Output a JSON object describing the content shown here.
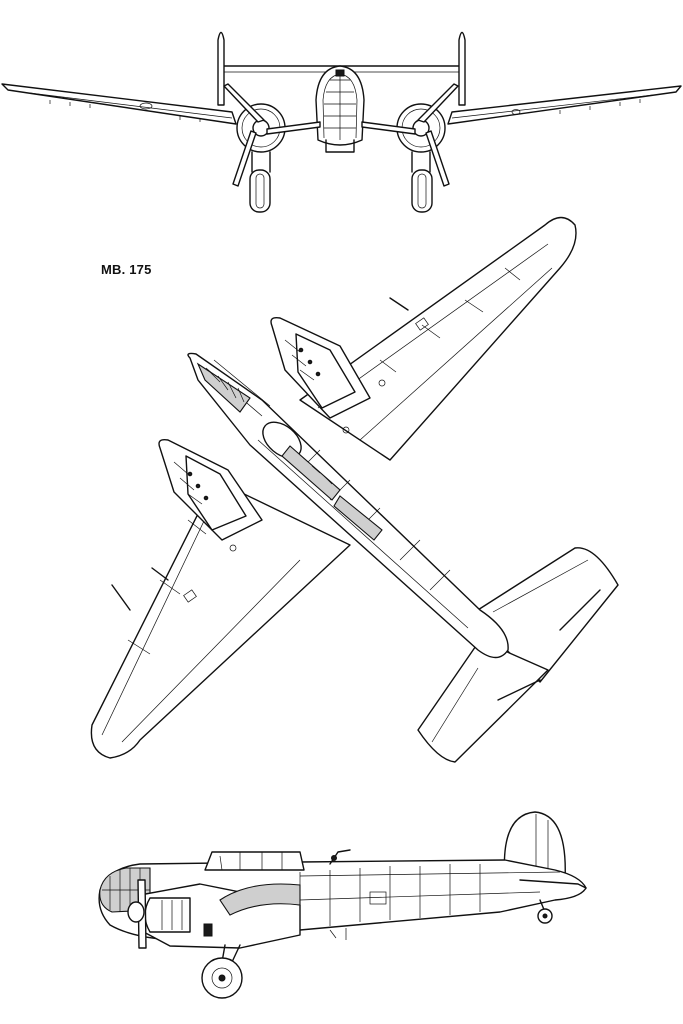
{
  "drawing": {
    "model_label": "MB. 175",
    "views": [
      {
        "view": "front"
      },
      {
        "view": "top"
      },
      {
        "view": "side"
      }
    ]
  }
}
